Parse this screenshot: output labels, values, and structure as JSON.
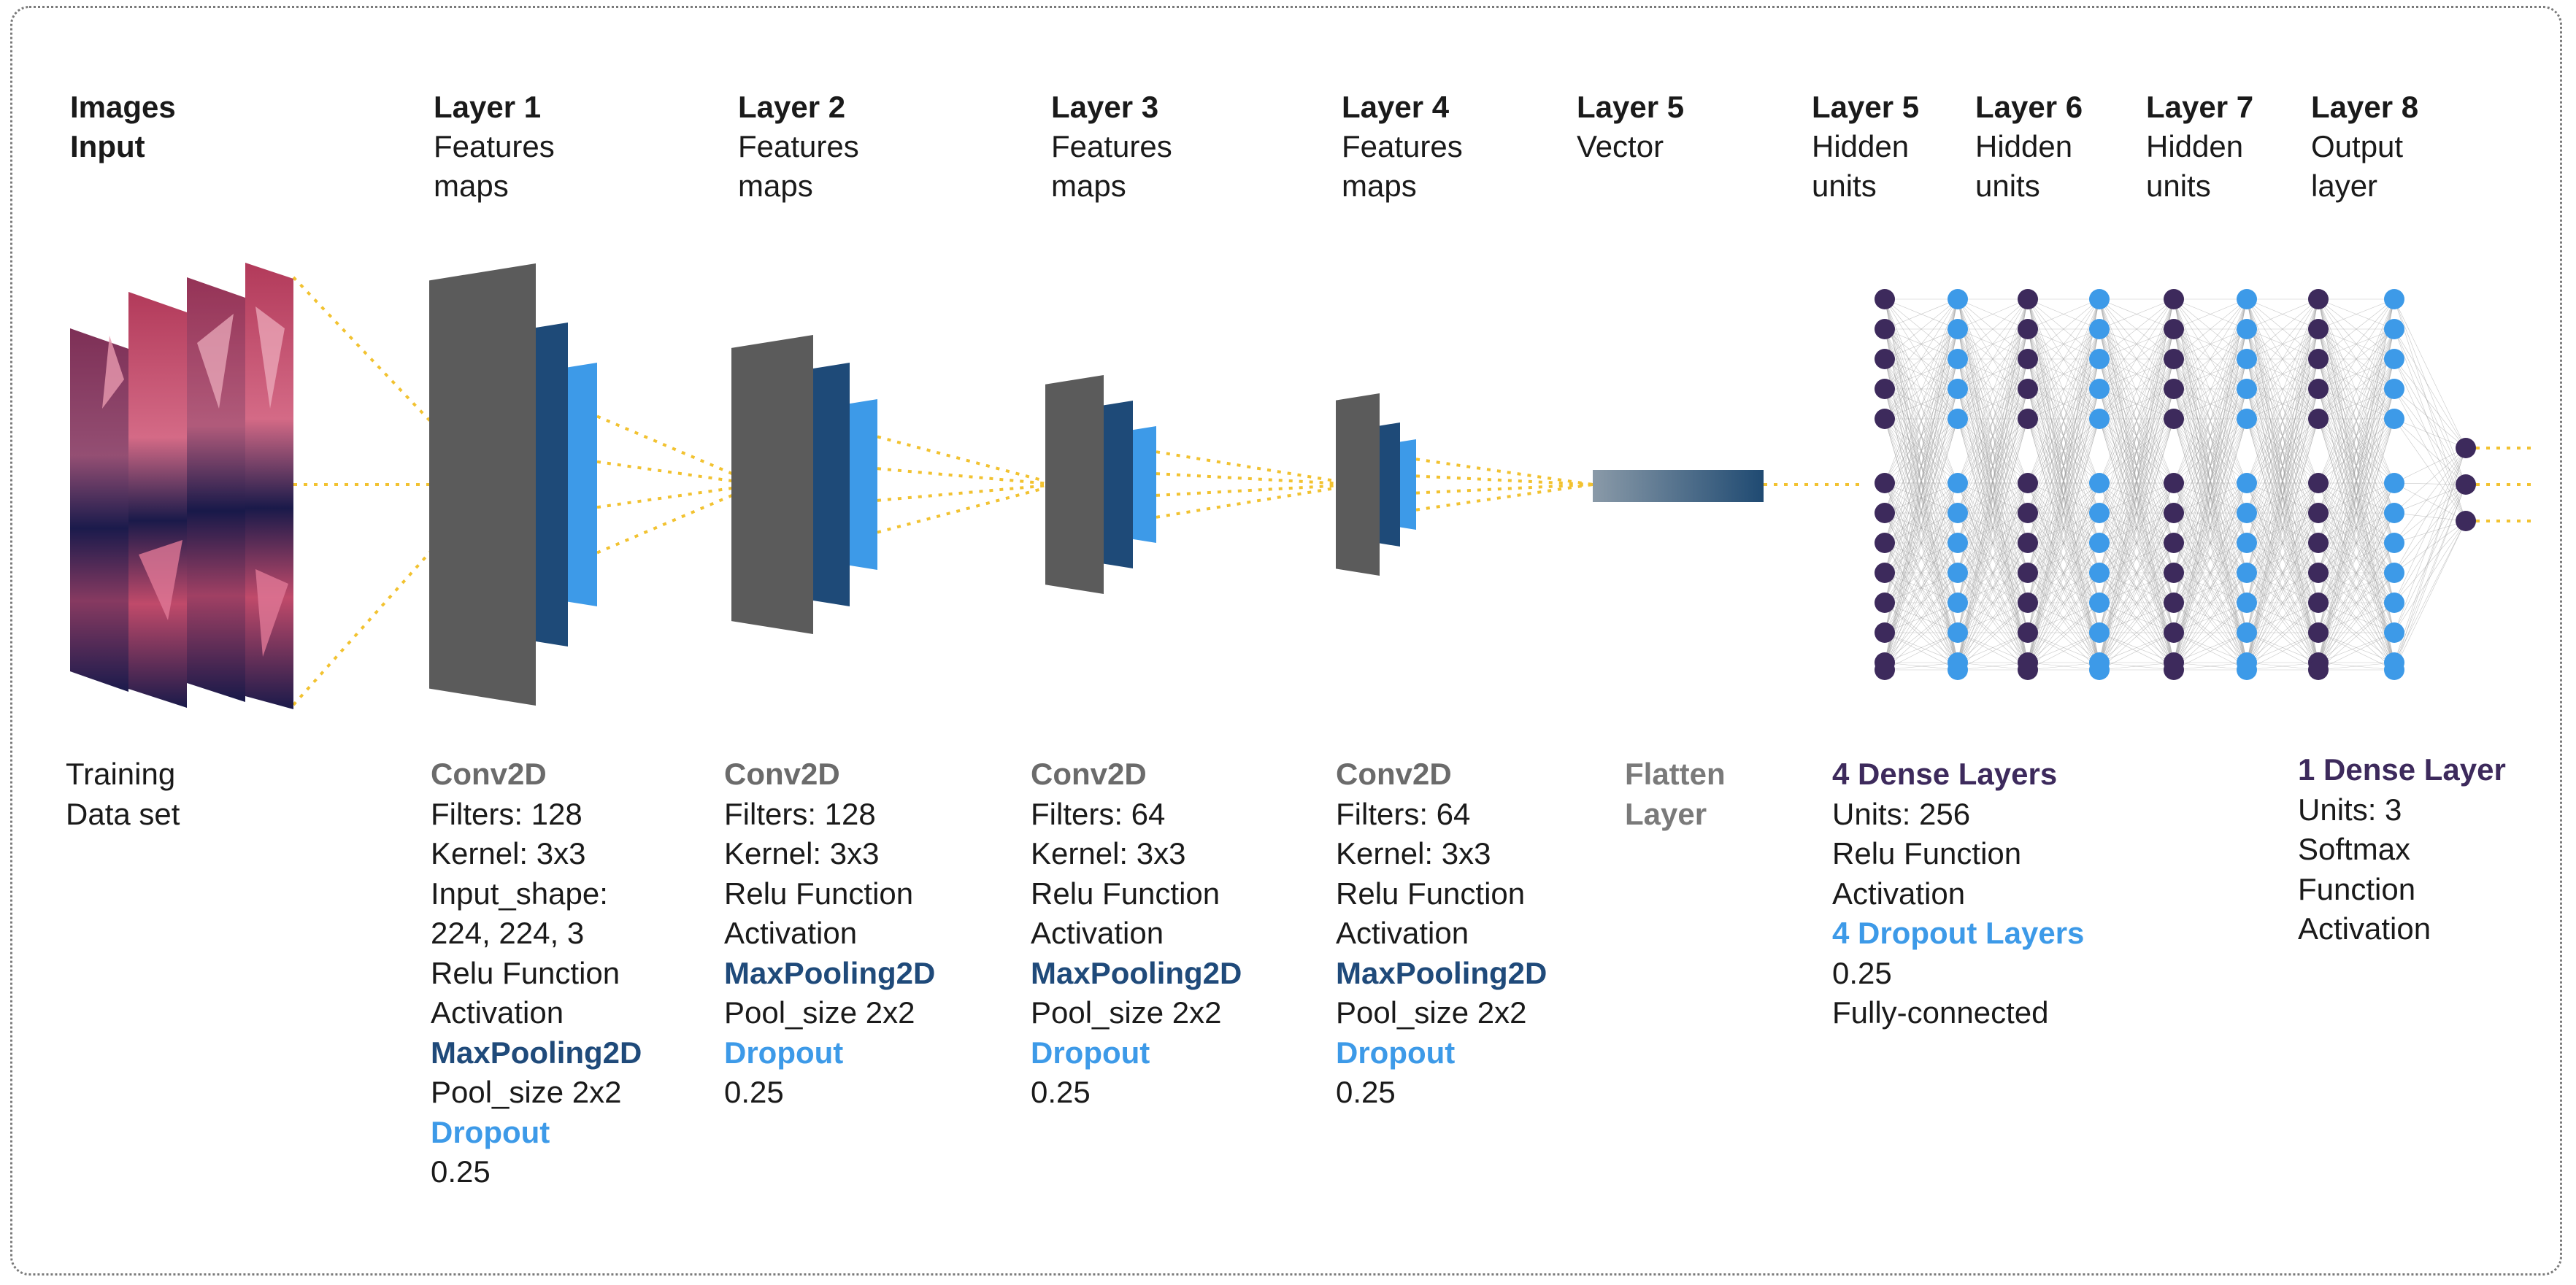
{
  "headers": [
    {
      "title": "Images",
      "sub": "Input",
      "sub_bold": true
    },
    {
      "title": "Layer 1",
      "sub": "Features",
      "sub2": "maps"
    },
    {
      "title": "Layer 2",
      "sub": "Features",
      "sub2": "maps"
    },
    {
      "title": "Layer 3",
      "sub": "Features",
      "sub2": "maps"
    },
    {
      "title": "Layer 4",
      "sub": "Features",
      "sub2": "maps"
    },
    {
      "title": "Layer 5",
      "sub": "Vector"
    },
    {
      "title": "Layer 5",
      "sub": "Hidden",
      "sub2": "units"
    },
    {
      "title": "Layer 6",
      "sub": "Hidden",
      "sub2": "units"
    },
    {
      "title": "Layer 7",
      "sub": "Hidden",
      "sub2": "units"
    },
    {
      "title": "Layer 8",
      "sub": "Output",
      "sub2": "layer"
    }
  ],
  "input_desc": [
    "Training",
    "Data set"
  ],
  "conv_blocks": [
    {
      "type": "Conv2D",
      "filters": "Filters: 128",
      "kernel": "Kernel: 3x3",
      "input_shape": [
        "Input_shape:",
        "224, 224, 3"
      ],
      "act1": "Relu Function",
      "act2": "Activation",
      "pool": "MaxPooling2D",
      "pool_size": "Pool_size 2x2",
      "dropout": "Dropout",
      "rate": "0.25"
    },
    {
      "type": "Conv2D",
      "filters": "Filters: 128",
      "kernel": "Kernel: 3x3",
      "act1": "Relu Function",
      "act2": "Activation",
      "pool": "MaxPooling2D",
      "pool_size": "Pool_size 2x2",
      "dropout": "Dropout",
      "rate": "0.25"
    },
    {
      "type": "Conv2D",
      "filters": "Filters: 64",
      "kernel": "Kernel: 3x3",
      "act1": "Relu Function",
      "act2": "Activation",
      "pool": "MaxPooling2D",
      "pool_size": "Pool_size 2x2",
      "dropout": "Dropout",
      "rate": "0.25"
    },
    {
      "type": "Conv2D",
      "filters": "Filters: 64",
      "kernel": "Kernel: 3x3",
      "act1": "Relu Function",
      "act2": "Activation",
      "pool": "MaxPooling2D",
      "pool_size": "Pool_size 2x2",
      "dropout": "Dropout",
      "rate": "0.25"
    }
  ],
  "flatten": [
    "Flatten",
    "Layer"
  ],
  "dense": {
    "title": "4 Dense Layers",
    "units": "Units: 256",
    "act1": "Relu Function",
    "act2": "Activation",
    "dropout": "4 Dropout Layers",
    "rate": "0.25",
    "conn": "Fully-connected"
  },
  "output": {
    "title": "1 Dense Layer",
    "units": "Units: 3",
    "act1": "Softmax",
    "act2": "Function",
    "act3": "Activation"
  },
  "colors": {
    "conv_gray": "#5b5b5b",
    "pool_navy": "#1e4a78",
    "dropout_blue": "#3d9ae8",
    "neuron_purple": "#3d2a5c",
    "neuron_blue": "#3d9ae8",
    "connector_yellow": "#f2c230",
    "flatten_start": "#8a9aa8",
    "flatten_end": "#1f4a72"
  },
  "icons": [
    "satellite-image-stack",
    "feature-map-stack",
    "flatten-vector",
    "dense-network"
  ]
}
